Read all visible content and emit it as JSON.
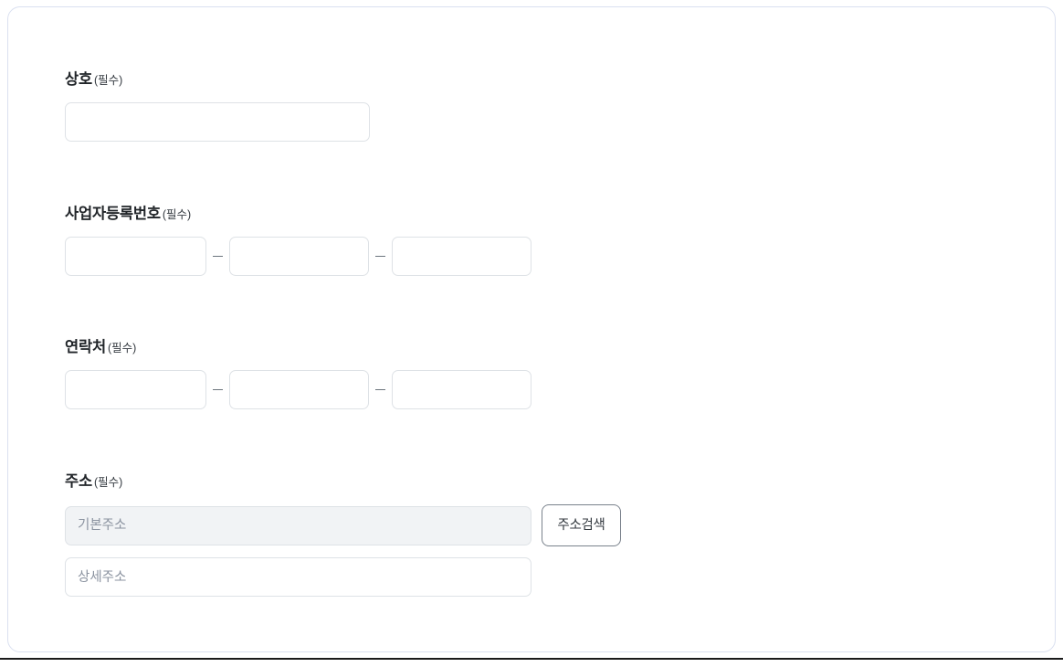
{
  "form": {
    "required_suffix": "(필수)",
    "fields": [
      {
        "key": "company_name",
        "label": "상호",
        "type": "single",
        "value": "",
        "placeholder": ""
      },
      {
        "key": "business_registration_number",
        "label": "사업자등록번호",
        "type": "split3",
        "separator": "–",
        "segments": [
          {
            "value": "",
            "placeholder": ""
          },
          {
            "value": "",
            "placeholder": ""
          },
          {
            "value": "",
            "placeholder": ""
          }
        ]
      },
      {
        "key": "contact",
        "label": "연락처",
        "type": "split3",
        "separator": "–",
        "segments": [
          {
            "value": "",
            "placeholder": ""
          },
          {
            "value": "",
            "placeholder": ""
          },
          {
            "value": "",
            "placeholder": ""
          }
        ]
      },
      {
        "key": "address",
        "label": "주소",
        "type": "address",
        "base_address": {
          "value": "",
          "placeholder": "기본주소",
          "readonly": true
        },
        "detail_address": {
          "value": "",
          "placeholder": "상세주소",
          "readonly": false
        },
        "search_button_label": "주소검색"
      }
    ]
  },
  "colors": {
    "card_border": "#dae0f0",
    "input_border": "#dee2e6",
    "input_disabled_bg": "#f1f3f5",
    "placeholder": "#8b93a0",
    "label": "#212529",
    "button_border": "#7a828c",
    "page_rule": "#1a1a1a"
  }
}
